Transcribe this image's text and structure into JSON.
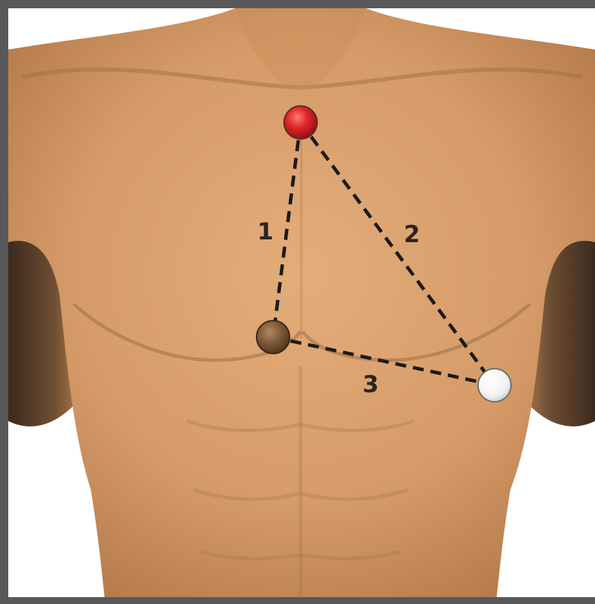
{
  "diagram": {
    "electrodes": [
      {
        "id": "top",
        "color": "#d8262b"
      },
      {
        "id": "left",
        "color": "#7b5a3c"
      },
      {
        "id": "right",
        "color": "#f3f3f3"
      }
    ],
    "leads": [
      {
        "label": "1",
        "from": "top",
        "to": "left"
      },
      {
        "label": "2",
        "from": "top",
        "to": "right"
      },
      {
        "label": "3",
        "from": "left",
        "to": "right"
      }
    ],
    "colors": {
      "frame": "#58585a",
      "skin": "#d9a06c",
      "dashed_line": "#1c1a18"
    }
  }
}
